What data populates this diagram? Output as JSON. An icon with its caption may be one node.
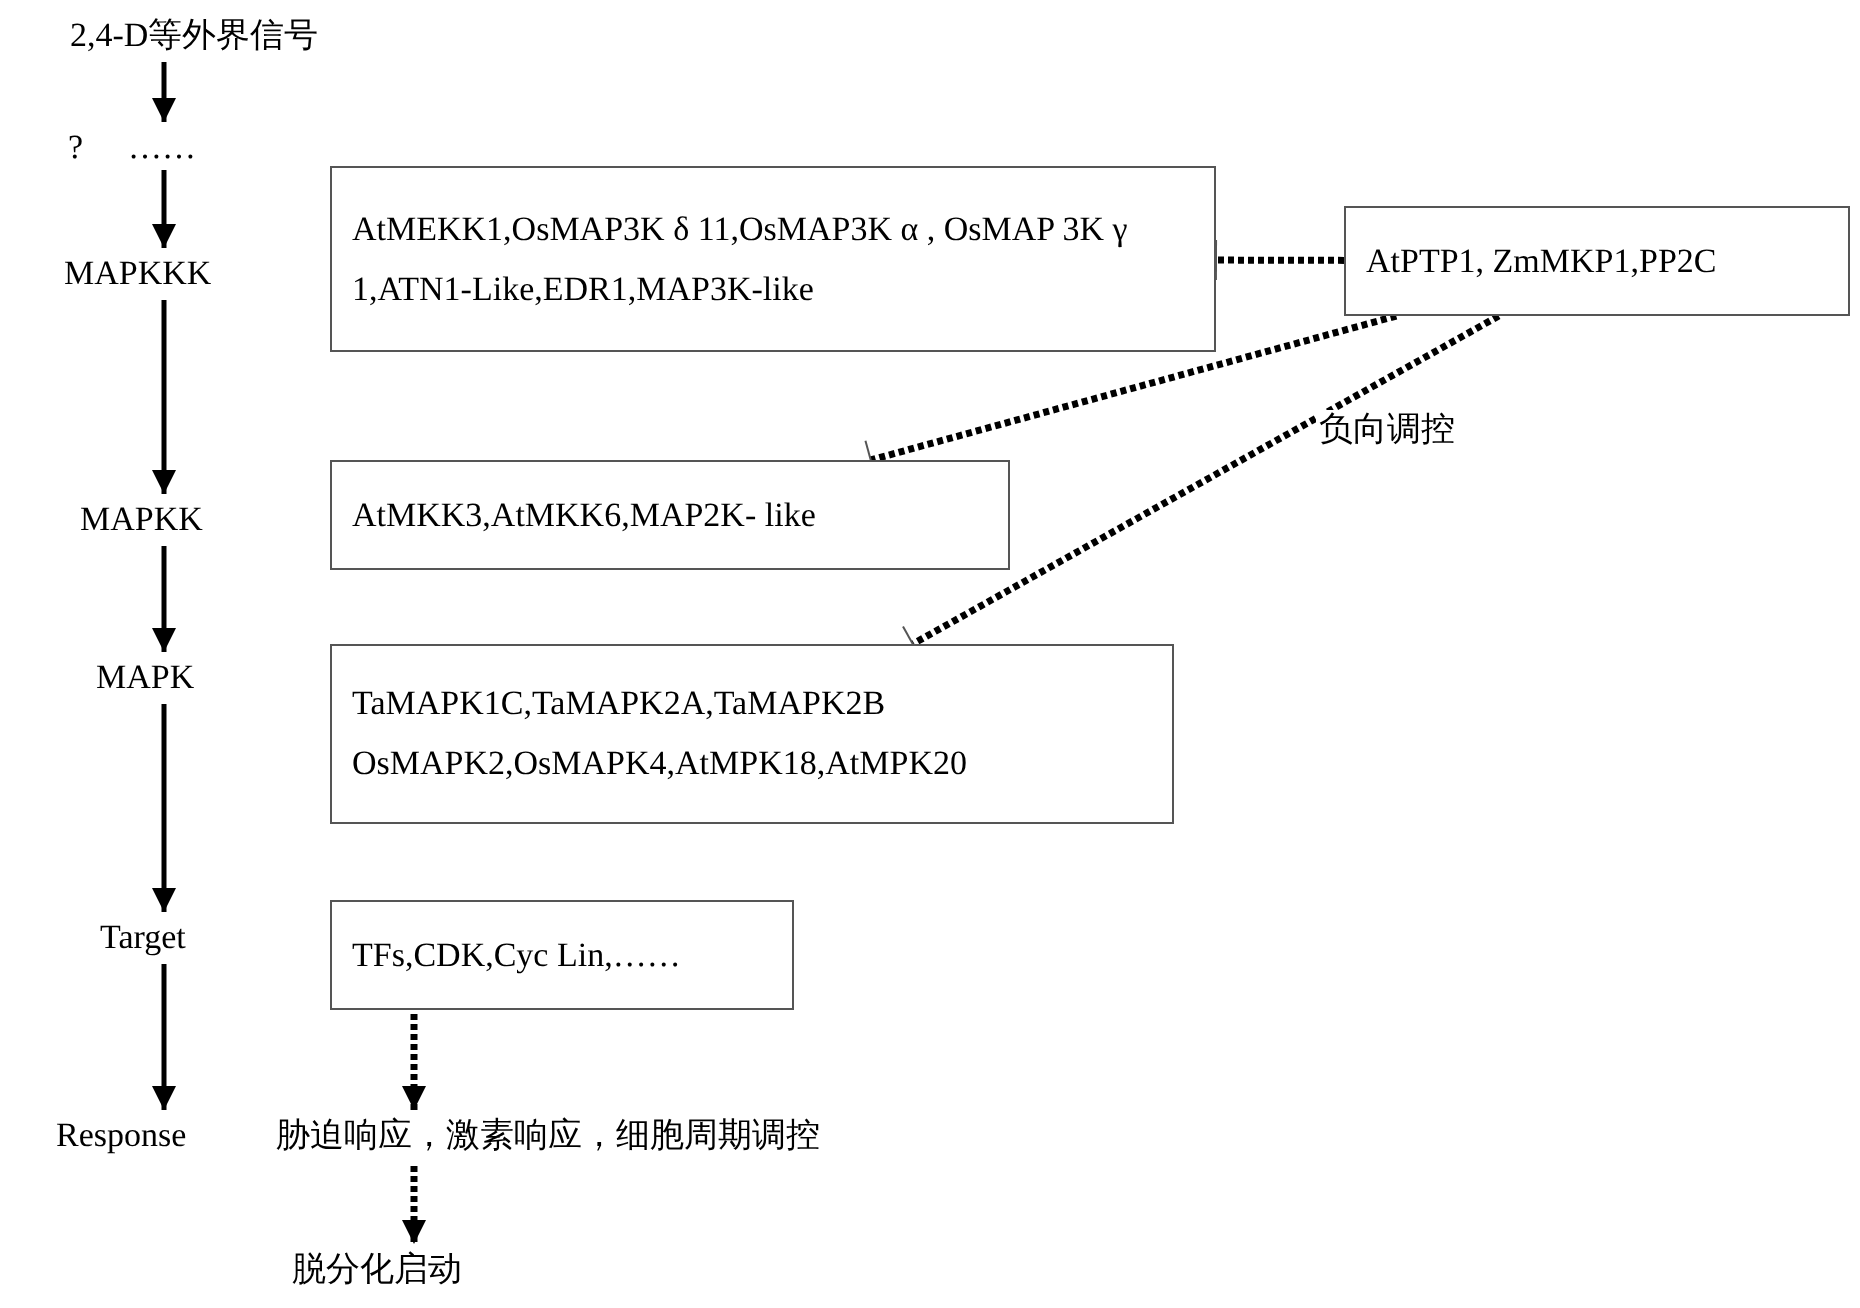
{
  "diagram": {
    "nodes": [
      {
        "text": [
          "2,4-D等外界信号"
        ]
      },
      {
        "text": [
          "……"
        ],
        "beside": [
          "?"
        ]
      },
      {
        "text": [
          "MAPKKK"
        ]
      },
      {
        "text": [
          "AtMEKK1,OsMAP3K δ 11,OsMAP3K α , OsMAP 3K γ 1,ATN1-Like,EDR1,MAP3K-like"
        ]
      },
      {
        "text": [
          "AtPTP1, ZmMKP1,PP2C"
        ]
      },
      {
        "text": [
          "MAPKK"
        ]
      },
      {
        "text": [
          "AtMKK3,AtMKK6,MAP2K- like"
        ]
      },
      {
        "text": [
          "MAPK"
        ]
      },
      {
        "text": [
          "TaMAPK1C,TaMAPK2A,TaMAPK2B OsMAPK2,OsMAPK4,AtMPK18,AtMPK20"
        ]
      },
      {
        "text": [
          "Target"
        ]
      },
      {
        "text": [
          "TFs,CDK,Cyc Lin,……"
        ]
      },
      {
        "text": [
          "Response"
        ]
      },
      {
        "text": [
          "胁迫响应，激素响应，细胞周期调控"
        ]
      },
      {
        "text": [
          "脱分化启动"
        ]
      }
    ],
    "edges": [
      {
        "from": 0,
        "to": 1,
        "arrow": "to"
      },
      {
        "from": 1,
        "to": 2,
        "arrow": "to"
      },
      {
        "from": 2,
        "to": 5,
        "arrow": "to"
      },
      {
        "from": 5,
        "to": 7,
        "arrow": "to"
      },
      {
        "from": 7,
        "to": 9,
        "arrow": "to"
      },
      {
        "from": 9,
        "to": 11,
        "arrow": "to"
      },
      {
        "from": 4,
        "to": 3,
        "arrow": "other",
        "style": "dashed"
      },
      {
        "from": 4,
        "to": 6,
        "arrow": "other",
        "style": "dashed"
      },
      {
        "from": 4,
        "to": 8,
        "arrow": "other",
        "style": "dashed",
        "label": "负向调控"
      },
      {
        "from": 10,
        "to": 12,
        "arrow": "to",
        "style": "dashed"
      },
      {
        "from": 12,
        "to": 13,
        "arrow": "to",
        "style": "dashed"
      }
    ]
  }
}
